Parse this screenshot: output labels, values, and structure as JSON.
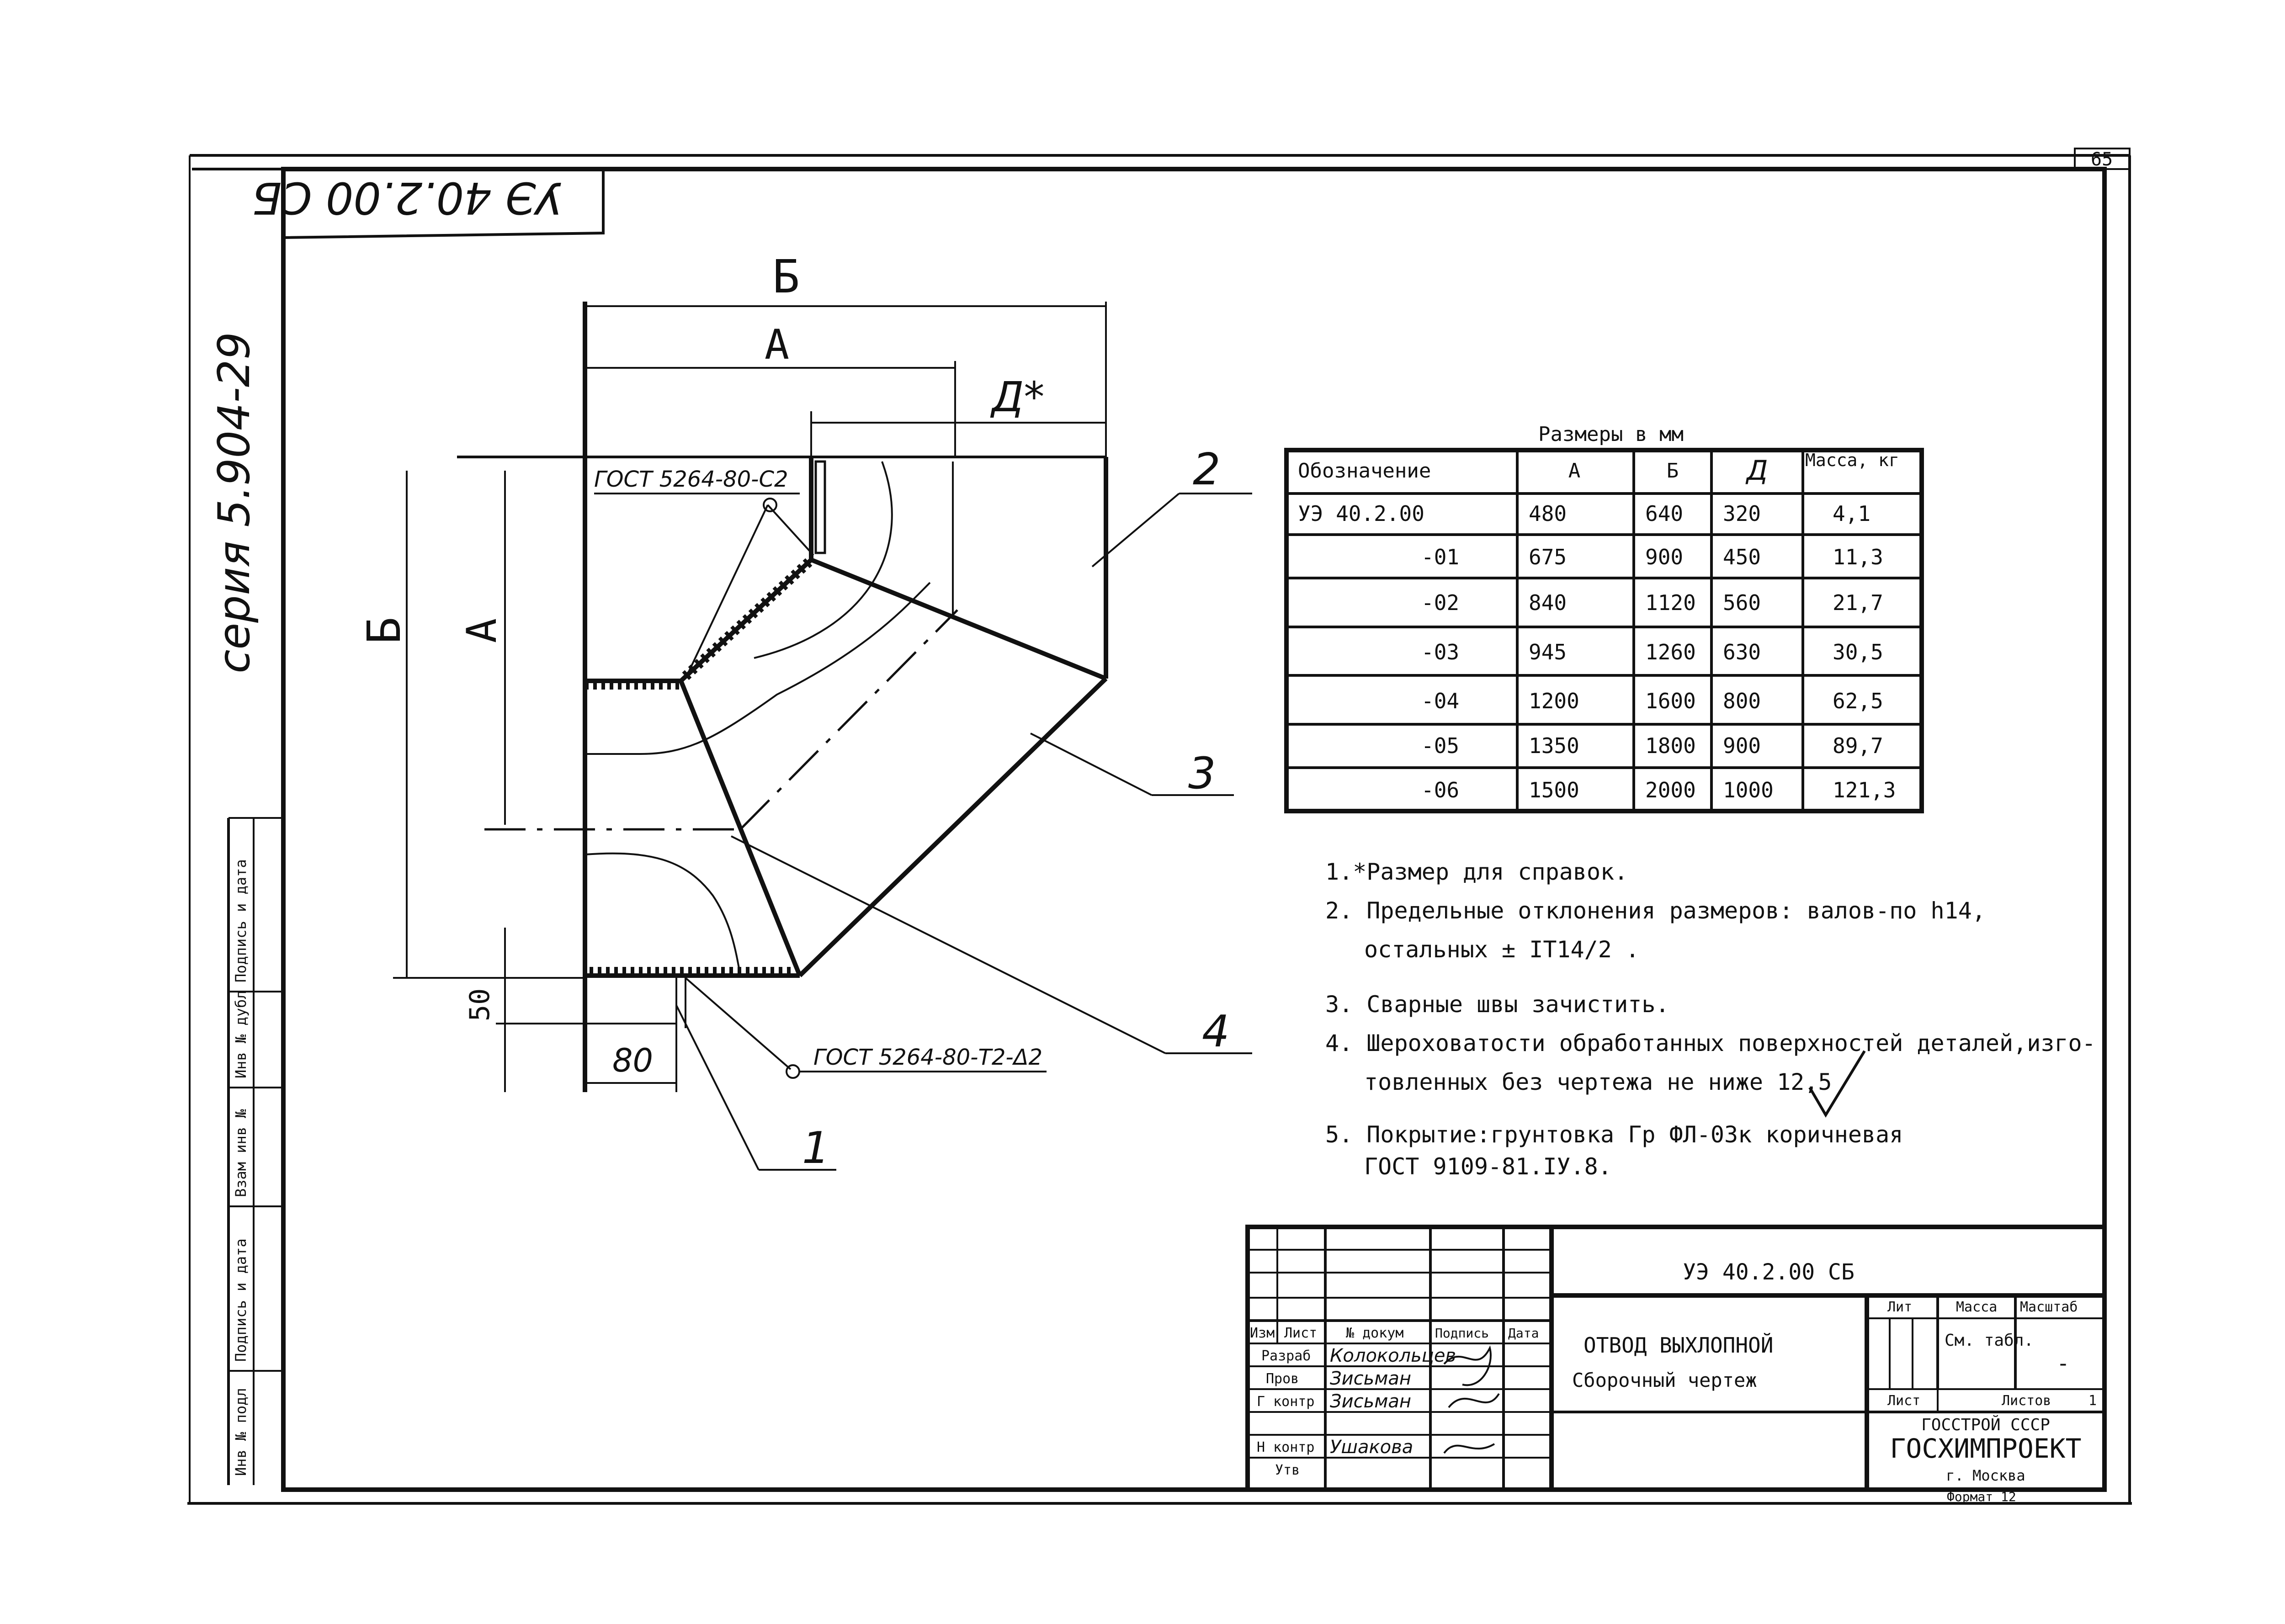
{
  "sheet": {
    "corner_number": "65",
    "stamp_code": "УЭ 40.2.00 СБ",
    "series": "серия 5.904-29"
  },
  "drawing": {
    "dim_b_top": "Б",
    "dim_a_top": "А",
    "dim_d_top": "Д*",
    "dim_b_left": "Б",
    "dim_a_left": "А",
    "dim_50": "50",
    "dim_80": "80",
    "weld_top": "ГОСТ 5264-80-С2",
    "weld_bottom": "ГОСТ 5264-80-Т2-Δ2",
    "callout_1": "1",
    "callout_2": "2",
    "callout_3": "3",
    "callout_4": "4"
  },
  "table": {
    "caption": "Размеры в мм",
    "headers": [
      "Обозначение",
      "А",
      "Б",
      "Д",
      "Масса, кг"
    ],
    "rows": [
      [
        "УЭ 40.2.00",
        "480",
        "640",
        "320",
        "4,1"
      ],
      [
        "-01",
        "675",
        "900",
        "450",
        "11,3"
      ],
      [
        "-02",
        "840",
        "1120",
        "560",
        "21,7"
      ],
      [
        "-03",
        "945",
        "1260",
        "630",
        "30,5"
      ],
      [
        "-04",
        "1200",
        "1600",
        "800",
        "62,5"
      ],
      [
        "-05",
        "1350",
        "1800",
        "900",
        "89,7"
      ],
      [
        "-06",
        "1500",
        "2000",
        "1000",
        "121,3"
      ]
    ]
  },
  "notes": {
    "n1": "1.*Размер для справок.",
    "n2a": "2. Предельные отклонения размеров: валов-по h14,",
    "n2b": "остальных ± IT14/2 .",
    "n3": "3. Сварные швы зачистить.",
    "n4a": "4. Шероховатости обработанных поверхностей деталей,изго-",
    "n4b": "товленных   без чертежа не ниже   12,5",
    "n5a": "5. Покрытие:грунтовка Гр ФЛ-03к коричневая",
    "n5b": "ГОСТ 9109-81.IУ.8."
  },
  "title_block": {
    "designation": "УЭ 40.2.00 СБ",
    "title_line1": "ОТВОД ВЫХЛОПНОЙ",
    "title_line2": "Сборочный чертеж",
    "col_izm": "Изм",
    "col_list": "Лист",
    "col_doc": "№ докум",
    "col_sign": "Подпись",
    "col_date": "Дата",
    "role_razrab": "Разраб",
    "role_prov": "Пров",
    "role_gkontr": "Г контр",
    "role_nkontr": "Н контр",
    "role_utv": "Утв",
    "name_razrab": "Колокольцев",
    "name_prov": "Зисьман",
    "name_gkontr": "Зисьман",
    "name_nkontr": "Ушакова",
    "lit_label": "Лит",
    "mass_label": "Масса",
    "scale_label": "Масштаб",
    "mass_value": "См. табл.",
    "scale_value": "-",
    "sheet_label": "Лист",
    "sheets_label": "Листов",
    "sheets_value": "1",
    "org_line1": "ГОССТРОЙ СССР",
    "org_line2": "ГОСХИМПРОЕКТ",
    "org_line3": "г. Москва",
    "format": "Формат 12"
  },
  "side_stamp": {
    "inv_podl": "Инв № подл",
    "podp_data_1": "Подпись и дата",
    "vzam_inv": "Взам инв №",
    "inv_dubl": "Инв № дубл",
    "podp_data_2": "Подпись и дата"
  }
}
